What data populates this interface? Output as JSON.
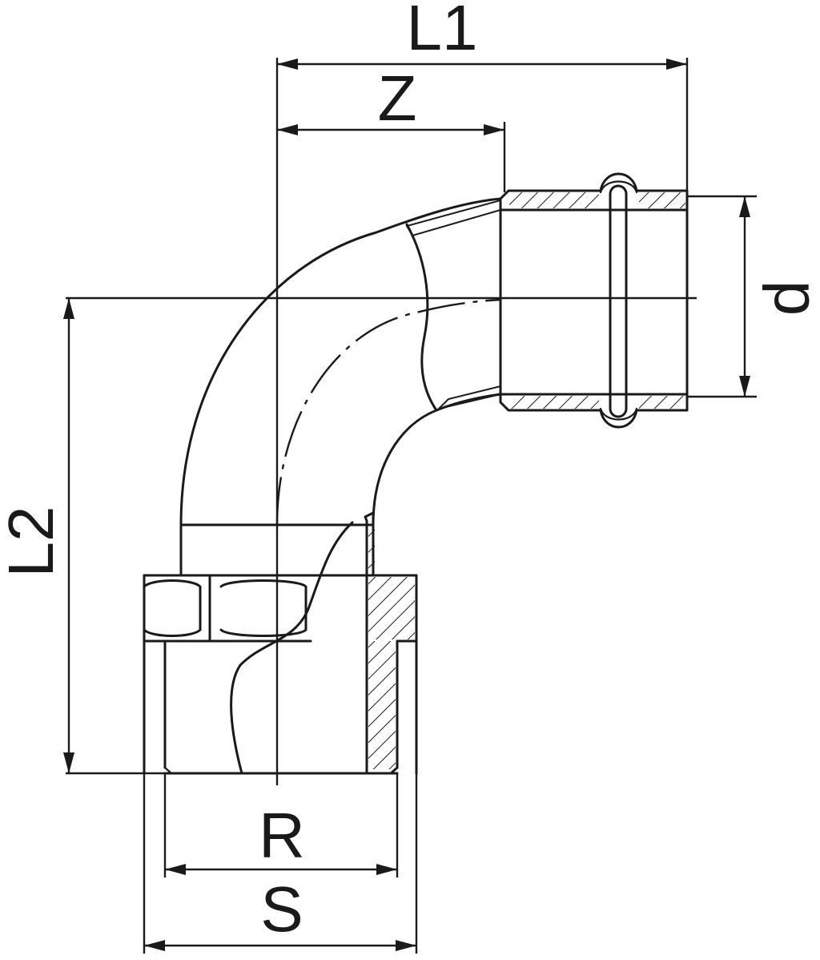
{
  "labels": {
    "l1": "L1",
    "z": "Z",
    "l2": "L2",
    "d": "d",
    "r": "R",
    "s": "S"
  }
}
